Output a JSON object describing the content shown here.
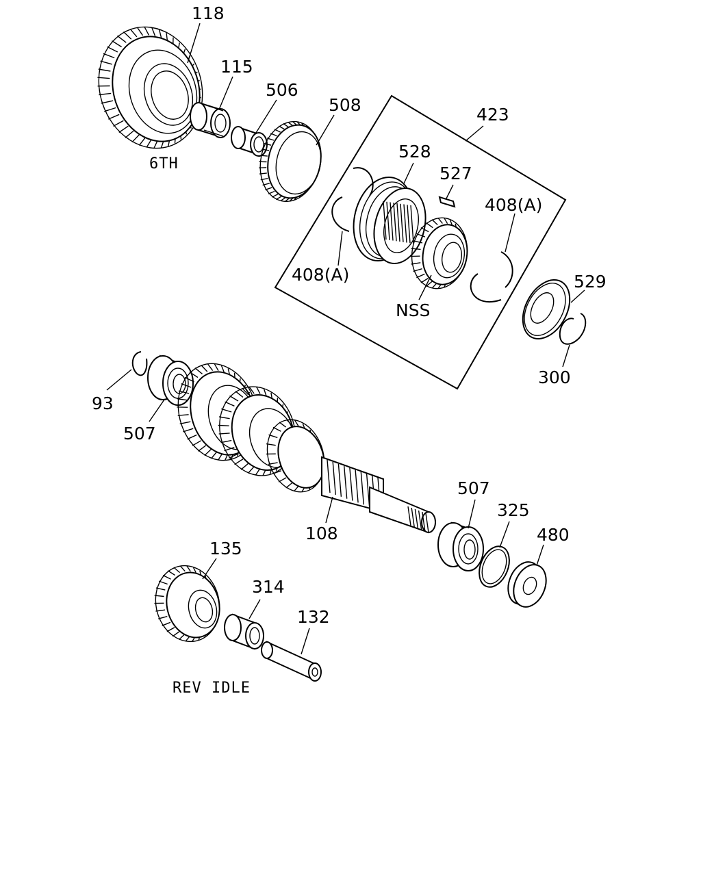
{
  "diagram": {
    "part_numbers": {
      "p118": "118",
      "p115": "115",
      "p506": "506",
      "p508": "508",
      "p423": "423",
      "p528": "528",
      "p527": "527",
      "p408a_right": "408(A)",
      "p408a_left": "408(A)",
      "nss": "NSS",
      "p529": "529",
      "p300": "300",
      "p93": "93",
      "p507_top": "507",
      "p507_bottom": "507",
      "p108": "108",
      "p325": "325",
      "p480": "480",
      "p135": "135",
      "p314": "314",
      "p132": "132"
    },
    "captions": {
      "sixth_gear": "6TH",
      "rev_idle": "REV IDLE"
    }
  }
}
